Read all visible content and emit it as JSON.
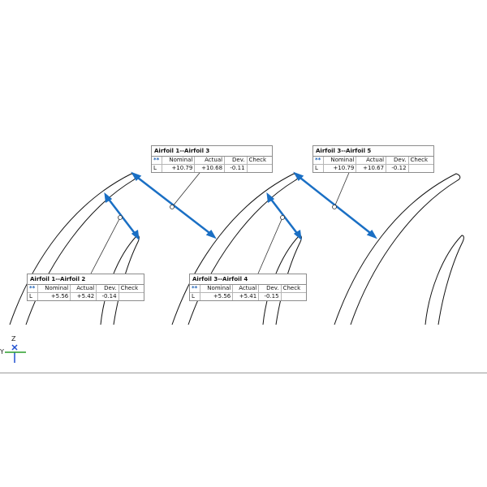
{
  "callouts": [
    {
      "title": "Airfoil 1--Airfoil 3",
      "headers": [
        "**",
        "Nominal",
        "Actual",
        "Dev.",
        "Check"
      ],
      "row": [
        "L",
        "+10.79",
        "+10.68",
        "-0.11",
        ""
      ]
    },
    {
      "title": "Airfoil 3--Airfoil 5",
      "headers": [
        "**",
        "Nominal",
        "Actual",
        "Dev.",
        "Check"
      ],
      "row": [
        "L",
        "+10.79",
        "+10.67",
        "-0.12",
        ""
      ]
    },
    {
      "title": "Airfoil 1--Airfoil 2",
      "headers": [
        "**",
        "Nominal",
        "Actual",
        "Dev.",
        "Check"
      ],
      "row": [
        "L",
        "+5.56",
        "+5.42",
        "-0.14",
        ""
      ]
    },
    {
      "title": "Airfoil 3--Airfoil 4",
      "headers": [
        "**",
        "Nominal",
        "Actual",
        "Dev.",
        "Check"
      ],
      "row": [
        "L",
        "+5.56",
        "+5.41",
        "-0.15",
        ""
      ]
    }
  ],
  "axes": {
    "z_label": "Z",
    "y_label": "Y"
  },
  "colors": {
    "dimension": "#1a6fc4",
    "outline": "#111111",
    "axis_green": "#2a9d2a",
    "axis_blue": "#2050d0"
  }
}
